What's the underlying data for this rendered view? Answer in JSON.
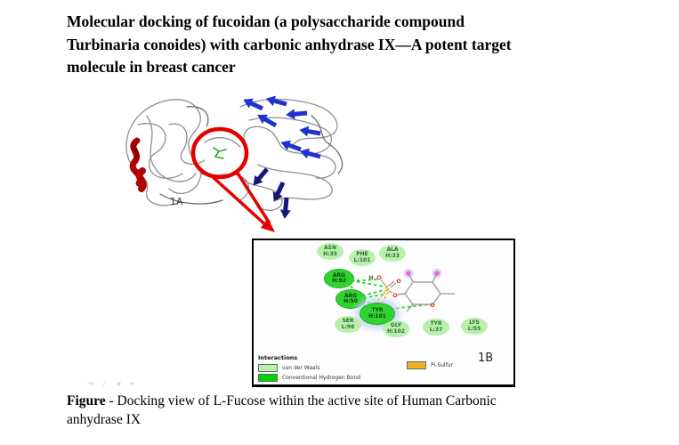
{
  "page": {
    "title_lines": [
      "Molecular docking of fucoidan (a polysaccharide compound",
      "Turbinaria conoides) with carbonic anhydrase IX—A potent target",
      "molecule in breast cancer"
    ],
    "caption_bold": "Figure",
    "caption_line1_rest": " - Docking view of L-Fucose within the active site of Human Carbonic",
    "caption_line2": "anhydrase IX"
  },
  "protein_panel": {
    "label": "1A",
    "description": "ribbon diagram of carbonic anhydrase IX with ligand circled in red"
  },
  "diagram_panel": {
    "label": "1B",
    "residues": [
      {
        "name": "ASN",
        "pos": "H:35",
        "type": "van der Waals"
      },
      {
        "name": "PHE",
        "pos": "L:101",
        "type": "van der Waals"
      },
      {
        "name": "ALA",
        "pos": "H:33",
        "type": "van der Waals"
      },
      {
        "name": "ARG",
        "pos": "H:92",
        "type": "Conventional Hydrogen Bond"
      },
      {
        "name": "ARG",
        "pos": "H:50",
        "type": "Conventional Hydrogen Bond"
      },
      {
        "name": "TYR",
        "pos": "H:101",
        "type": "Conventional Hydrogen Bond"
      },
      {
        "name": "SER",
        "pos": "L:96",
        "type": "van der Waals"
      },
      {
        "name": "GLY",
        "pos": "H:102",
        "type": "van der Waals"
      },
      {
        "name": "TYR",
        "pos": "L:37",
        "type": "van der Waals"
      },
      {
        "name": "LYS",
        "pos": "L:55",
        "type": "van der Waals"
      }
    ],
    "ligand_atoms": {
      "h": "H",
      "o": "O",
      "s": "S"
    },
    "legend": {
      "header": "Interactions",
      "items": [
        {
          "label": "van der Waals",
          "color": "#b9f0ae"
        },
        {
          "label": "Conventional Hydrogen Bond",
          "color": "#00d500"
        },
        {
          "label": "Pi-Sulfur",
          "color": "#f0b020"
        }
      ]
    }
  },
  "ghost_toolbar": {
    "icons": [
      {
        "name": "back-arrow-icon",
        "glyph": "◄"
      },
      {
        "name": "pencil-icon",
        "glyph": "╱"
      },
      {
        "name": "square-icon",
        "glyph": "▪"
      },
      {
        "name": "forward-arrow-icon",
        "glyph": "►"
      }
    ]
  },
  "colors": {
    "highlight_circle": "#e60000",
    "helix": "#b00000",
    "beta_strand": "#2233cc",
    "ligand_green": "#22aa22",
    "hydrogen_bond_dash": "#17d517",
    "pi_sulfur_dash": "#f0b000",
    "vdw_fill": "#b9f0ae",
    "hbond_fill": "#2fd42f"
  }
}
